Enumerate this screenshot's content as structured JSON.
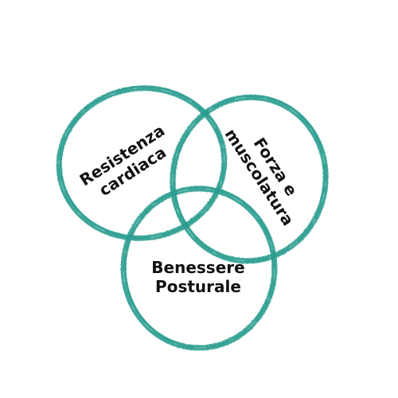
{
  "diagram": {
    "ring_color": "#2a9d8f",
    "text_color": "#111111",
    "sets": [
      {
        "id": "cardio",
        "lines": [
          "Resistenza",
          "cardiaca"
        ]
      },
      {
        "id": "forza",
        "lines": [
          "Forza e",
          "muscolatura"
        ]
      },
      {
        "id": "benessere",
        "lines": [
          "Benessere",
          "Posturale"
        ]
      }
    ]
  }
}
